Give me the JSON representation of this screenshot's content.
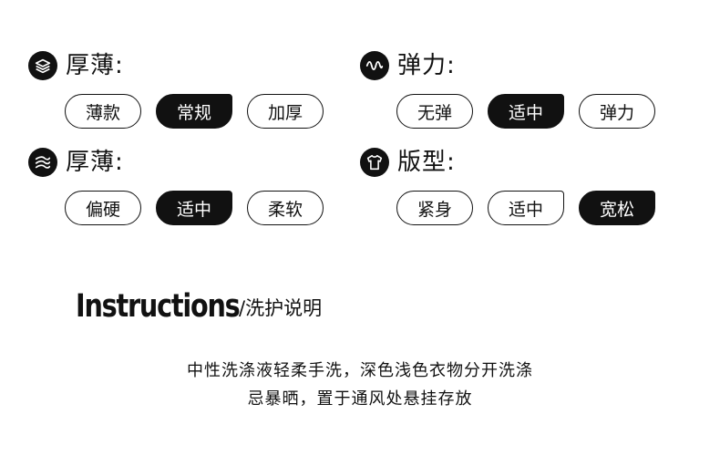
{
  "attributes": [
    {
      "title": "厚薄:",
      "icon": "layers-icon",
      "options": [
        "薄款",
        "常规",
        "加厚"
      ],
      "selected": 1
    },
    {
      "title": "弹力:",
      "icon": "wave-icon",
      "options": [
        "无弹",
        "适中",
        "弹力"
      ],
      "selected": 1
    },
    {
      "title": "厚薄:",
      "icon": "wind-icon",
      "options": [
        "偏硬",
        "适中",
        "柔软"
      ],
      "selected": 1
    },
    {
      "title": "版型:",
      "icon": "tshirt-icon",
      "options": [
        "紧身",
        "适中",
        "宽松"
      ],
      "selected": 2
    }
  ],
  "instructions": {
    "title": "Instructions",
    "subtitle": "/洗护说明",
    "lines": [
      "中性洗涤液轻柔手洗，深色浅色衣物分开洗涤",
      "忌暴晒，置于通风处悬挂存放"
    ]
  },
  "colors": {
    "ink": "#111111",
    "background": "#ffffff"
  }
}
